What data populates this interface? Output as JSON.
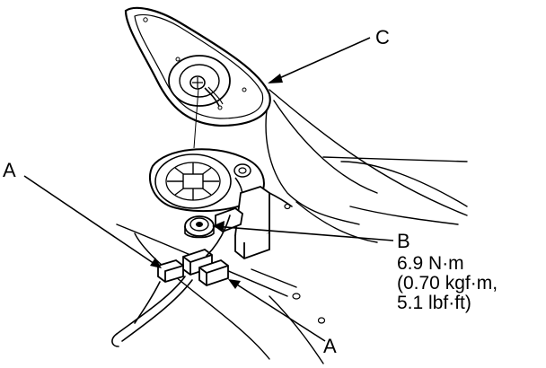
{
  "colors": {
    "ink": "#000000",
    "paper": "#ffffff"
  },
  "callouts": {
    "c": "C",
    "a_top": "A",
    "b": "B",
    "a_bottom": "A"
  },
  "torque": {
    "line1": "6.9 N·m",
    "line2": "(0.70 kgf·m,",
    "line3": "5.1 lbf·ft)"
  }
}
